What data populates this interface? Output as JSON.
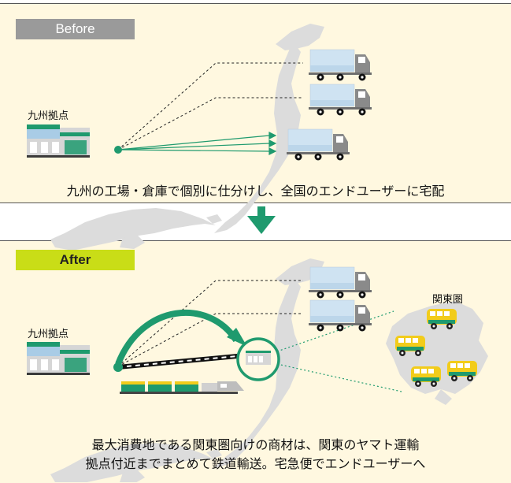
{
  "before": {
    "tag": "Before",
    "hub_label": "九州拠点",
    "caption": "九州の工場・倉庫で個別に仕分けし、全国のエンドユーザーに宅配"
  },
  "after": {
    "tag": "After",
    "hub_label": "九州拠点",
    "region_label": "関東圏",
    "caption_line1": "最大消費地である関東圏向けの商材は、関東のヤマト運輸",
    "caption_line2": "拠点付近までまとめて鉄道輸送。宅急便でエンドユーザーへ"
  },
  "colors": {
    "panel_bg": "#fff8e0",
    "before_tag": "#9a9a9a",
    "after_tag": "#c9dd17",
    "green": "#1f9a6e",
    "map_gray": "#dcdcdc",
    "truck_blue": "#cfe3f2",
    "van_yellow": "#f2cc1a"
  },
  "icons": [
    "warehouse-icon",
    "truck-icon",
    "train-icon",
    "van-icon",
    "down-arrow-icon",
    "japan-map-icon",
    "kanto-map-icon"
  ]
}
